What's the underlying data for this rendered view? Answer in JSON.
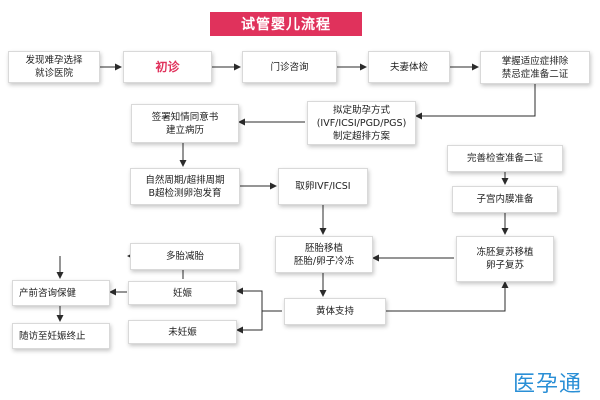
{
  "title": "试管婴儿流程",
  "nodes": {
    "discover": "发现难孕选择\n就诊医院",
    "first_visit": "初诊",
    "consult": "门诊咨询",
    "couple_check": "夫妻体检",
    "indications": "掌握适应症排除\n禁忌症准备二证",
    "method": "拟定助孕方式\n(IVF/ICSI/PGD/PGS)\n制定超排方案",
    "consent": "签署知情同意书\n建立病历",
    "cycle": "自然周期/超排周期\nB超检测卵泡发育",
    "retrieval": "取卵IVF/ICSI",
    "complete_check": "完善检查准备二证",
    "endometrium": "子宫内膜准备",
    "transfer": "胚胎移植\n胚胎/卵子冷冻",
    "thaw": "冻胚复苏移植\n卵子复苏",
    "multi": "多胎减胎",
    "prenatal": "产前咨询保健",
    "pregnant": "妊娠",
    "followup": "随访至妊娠终止",
    "support": "黄体支持",
    "not_pregnant": "未妊娠"
  },
  "logo": "医孕通",
  "colors": {
    "accent": "#e0325c",
    "logo": "#2a8fd6",
    "line": "#2b2b2b"
  }
}
